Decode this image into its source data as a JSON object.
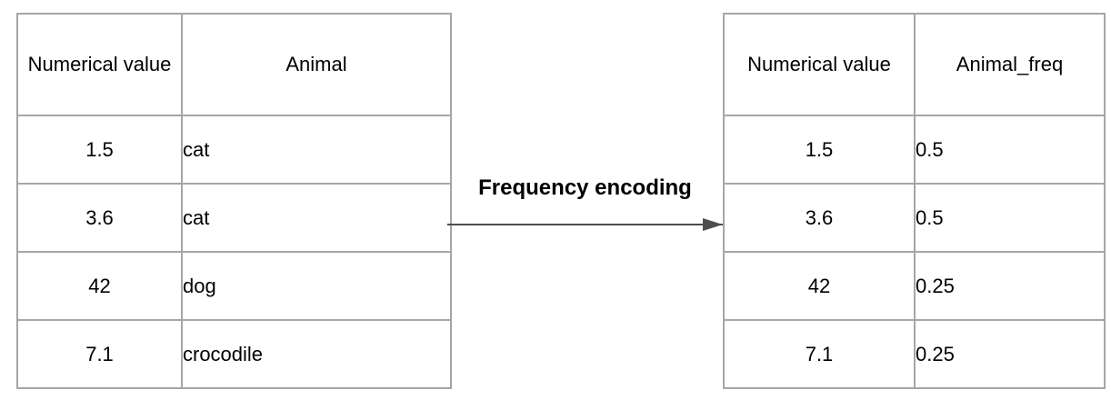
{
  "diagram": {
    "title": "frequency-encoding",
    "arrow_label": "Frequency encoding"
  },
  "left_table": {
    "headers": [
      "Numerical value",
      "Animal"
    ],
    "rows": [
      [
        "1.5",
        "cat"
      ],
      [
        "3.6",
        "cat"
      ],
      [
        "42",
        "dog"
      ],
      [
        "7.1",
        "crocodile"
      ]
    ]
  },
  "right_table": {
    "headers": [
      "Numerical value",
      "Animal_freq"
    ],
    "rows": [
      [
        "1.5",
        "0.5"
      ],
      [
        "3.6",
        "0.5"
      ],
      [
        "42",
        "0.25"
      ],
      [
        "7.1",
        "0.25"
      ]
    ]
  },
  "colors": {
    "background": "#ffffff",
    "table_border": "#a6a6a6",
    "text": "#000000",
    "arrow": "#4d4d4d"
  }
}
